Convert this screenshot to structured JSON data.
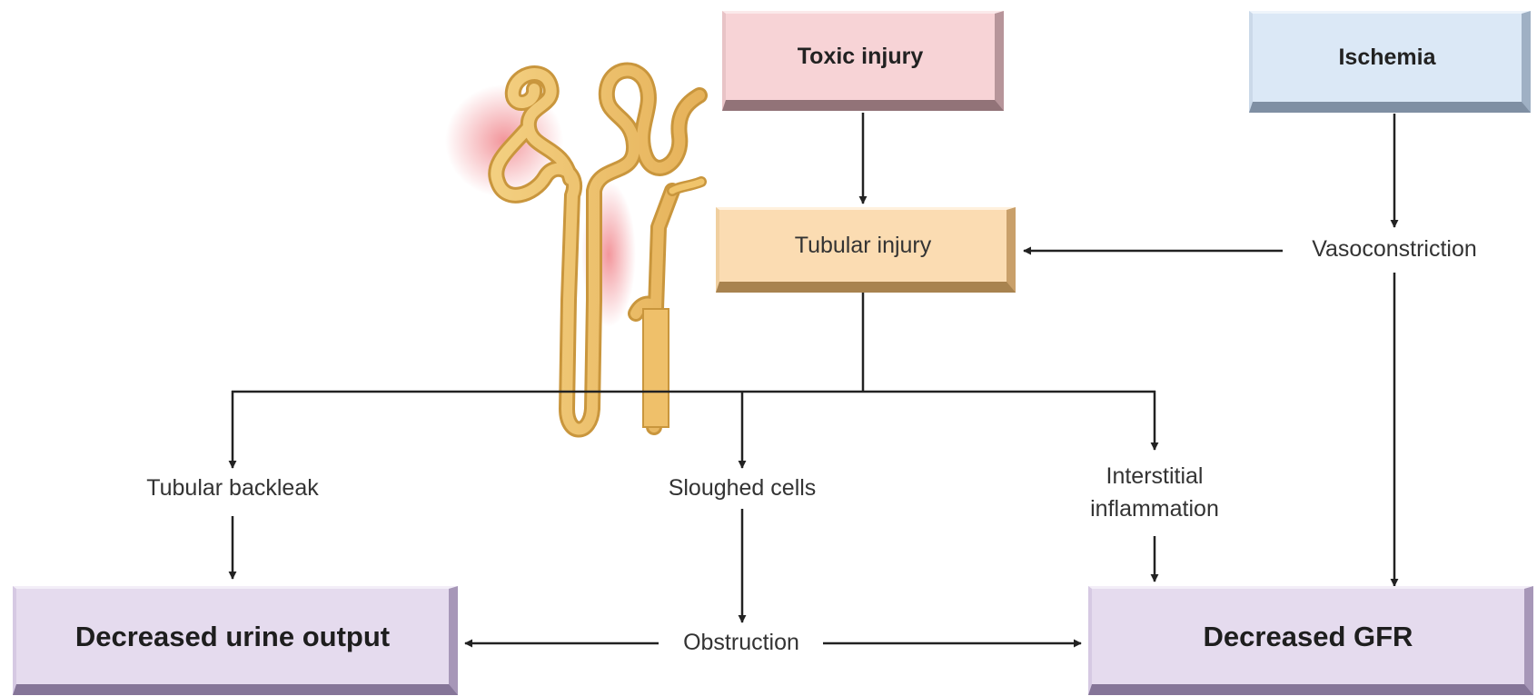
{
  "boxes": {
    "toxic_injury": "Toxic injury",
    "ischemia": "Ischemia",
    "tubular_injury": "Tubular injury",
    "decreased_urine_output": "Decreased urine output",
    "decreased_gfr": "Decreased GFR"
  },
  "labels": {
    "vasoconstriction": "Vasoconstriction",
    "tubular_backleak": "Tubular backleak",
    "sloughed_cells": "Sloughed cells",
    "interstitial_line1": "Interstitial",
    "interstitial_line2": "inflammation",
    "obstruction": "Obstruction"
  },
  "colors": {
    "toxic_box": "#f7d3d6",
    "ischemia_box": "#dbe8f6",
    "tubular_box": "#fbdcb2",
    "outcome_box": "#e5dbee",
    "nephron": "#f0c46b",
    "injury_glow": "#e8404a",
    "arrow": "#222222"
  },
  "illustration": {
    "icon": "nephron-tubule-illustration"
  }
}
